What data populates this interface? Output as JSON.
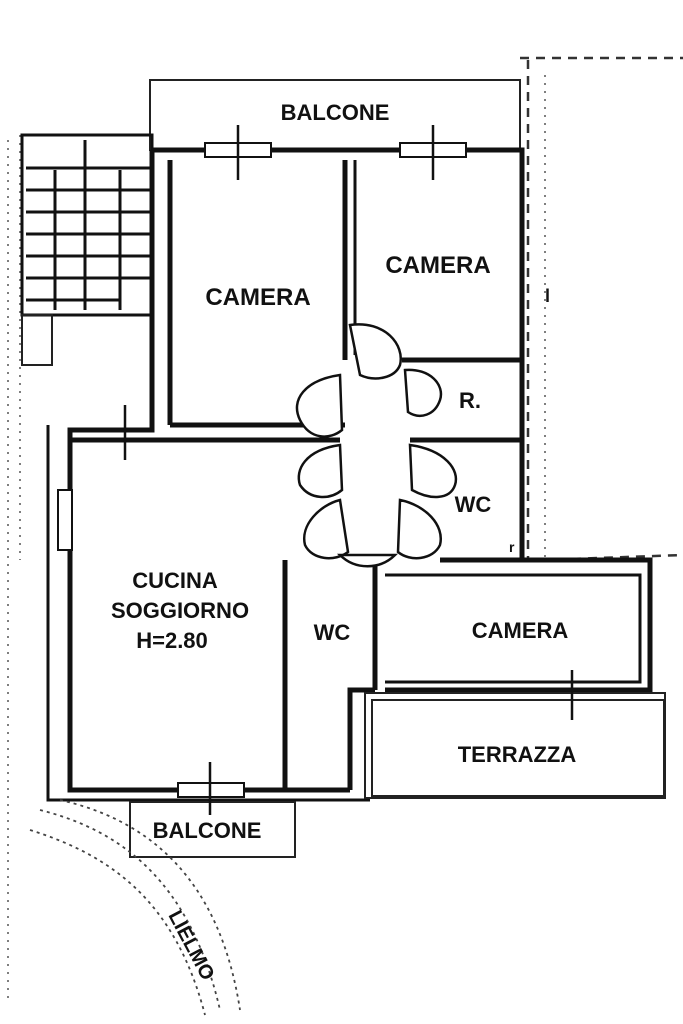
{
  "rooms": {
    "balcone_top": "BALCONE",
    "camera_left": "CAMERA",
    "camera_right": "CAMERA",
    "ripostiglio": "R.",
    "wc_right": "WC",
    "cucina_line1": "CUCINA",
    "cucina_line2": "SOGGIORNO",
    "cucina_height": "H=2.80",
    "wc_center": "WC",
    "camera_lower": "CAMERA",
    "terrazza": "TERRAZZA",
    "balcone_bottom": "BALCONE"
  },
  "street": {
    "text": "LIELMO"
  }
}
